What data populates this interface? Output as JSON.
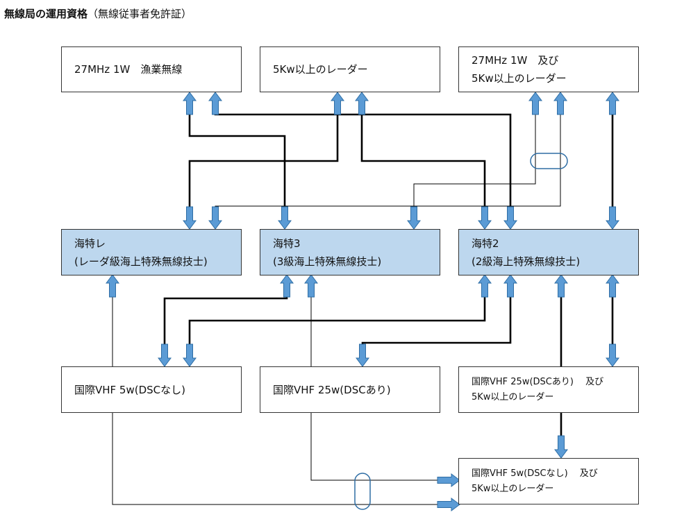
{
  "title": {
    "main": "無線局の運用資格",
    "sub": "（無線従事者免許証）"
  },
  "nodes": {
    "top1": {
      "line1": "27MHz 1W　漁業無線"
    },
    "top2": {
      "line1": "5Kw以上のレーダー"
    },
    "top3": {
      "line1": "27MHz 1W　及び",
      "line2": "5Kw以上のレーダー"
    },
    "mid1": {
      "line1": "海特レ",
      "line2": "(レーダ級海上特殊無線技士)"
    },
    "mid2": {
      "line1": "海特3",
      "line2": "(3級海上特殊無線技士)"
    },
    "mid3": {
      "line1": "海特2",
      "line2": "(2級海上特殊無線技士)"
    },
    "bot1": {
      "line1": "国際VHF 5w(DSCなし)"
    },
    "bot2": {
      "line1": "国際VHF 25w(DSCあり)"
    },
    "bot3": {
      "line1": "国際VHF 25w(DSCあり)　 及び",
      "line2": "5Kw以上のレーダー"
    },
    "bot4": {
      "line1": "国際VHF 5w(DSCなし)　  及び",
      "line2": "5Kw以上のレーダー"
    }
  },
  "colors": {
    "arrow_fill": "#5b9bd5",
    "arrow_stroke": "#2e6da4",
    "box_blue": "#bdd7ee"
  }
}
